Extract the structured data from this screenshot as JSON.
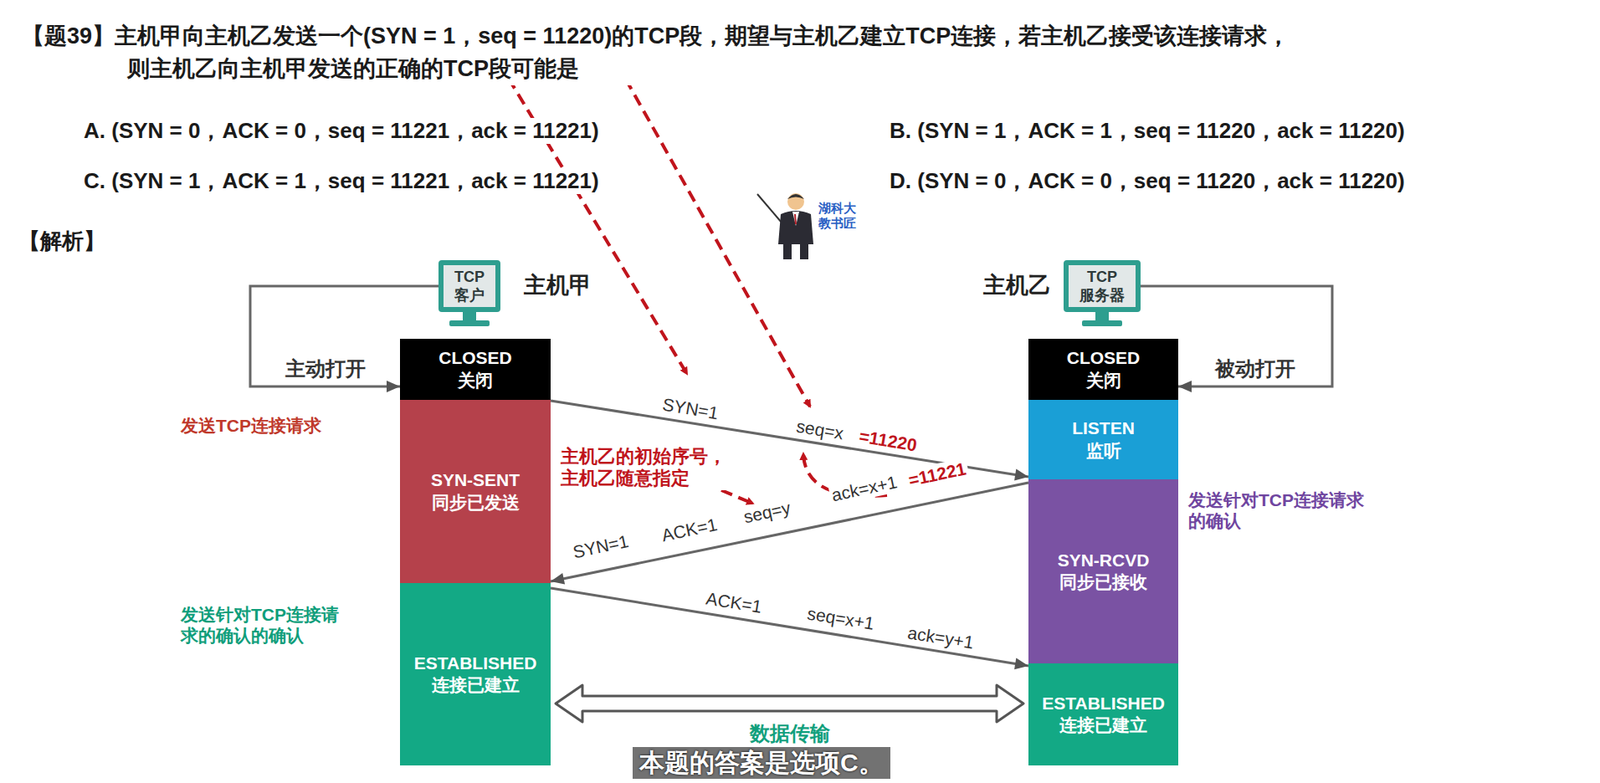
{
  "diagram": {
    "nodes": [
      {
        "text": [
          "TCP",
          "客户"
        ]
      },
      {
        "text": [
          "TCP",
          "服务器"
        ]
      },
      {
        "text": [
          "CLOSED",
          "关闭"
        ]
      },
      {
        "text": [
          "SYN-SENT",
          "同步已发送"
        ]
      },
      {
        "text": [
          "ESTABLISHED",
          "连接已建立"
        ]
      },
      {
        "text": [
          "CLOSED",
          "关闭"
        ]
      },
      {
        "text": [
          "LISTEN",
          "监听"
        ]
      },
      {
        "text": [
          "SYN-RCVD",
          "同步已接收"
        ]
      },
      {
        "text": [
          "ESTABLISHED",
          "连接已建立"
        ]
      }
    ],
    "edges": [
      {
        "from": 0,
        "to": 2,
        "arrow": "to",
        "label": "主动打开"
      },
      {
        "from": 1,
        "to": 5,
        "arrow": "to",
        "label": "被动打开"
      },
      {
        "from": 3,
        "to": 6,
        "arrow": "to"
      },
      {
        "from": 7,
        "to": 3,
        "arrow": "to"
      },
      {
        "from": 4,
        "to": 8,
        "arrow": "to"
      },
      {
        "from": 4,
        "to": 8,
        "arrow": "both",
        "label": "数据传输"
      }
    ],
    "labels": [
      "【题39】主机甲向主机乙发送一个(SYN = 1，seq = 11220)的TCP段，期望与主机乙建立TCP连接，若主机乙接受该连接请求， 则主机乙向主机甲发送的正确的TCP段可能是",
      "A. (SYN = 0，ACK = 0，seq = 11221，ack = 11221)",
      "B. (SYN = 1，ACK = 1，seq = 11220，ack = 11220)",
      "C. (SYN = 1，ACK = 1，seq = 11221，ack = 11221)",
      "D. (SYN = 0，ACK = 0，seq = 11220，ack = 11220)",
      "【解析】",
      "主机甲",
      "主机乙",
      "发送TCP连接请求",
      "发送针对TCP连接请求的确认",
      "发送针对TCP连接请求的确认的确认",
      "SYN=1",
      "seq=x",
      "=11220",
      "主机乙的初始序号， 主机乙随意指定",
      "SYN=1",
      "ACK=1",
      "seq=y",
      "ack=x+1",
      "=11221",
      "ACK=1",
      "seq=x+1",
      "ack=y+1",
      "湖科大 教书匠",
      "本题的答案是选项C。"
    ]
  }
}
